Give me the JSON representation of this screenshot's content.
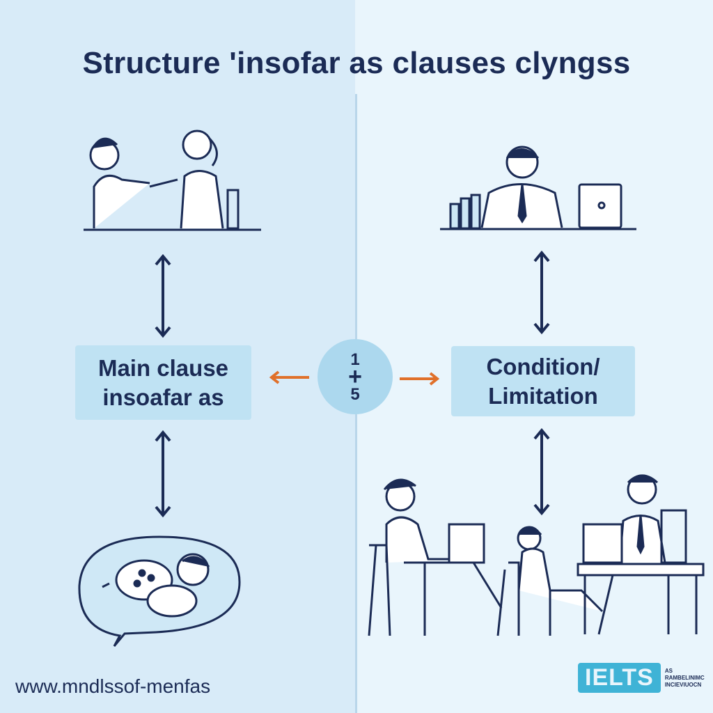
{
  "title": "Structure 'insofar as clauses clyngss",
  "left_box": {
    "line1": "Main clause",
    "line2": "insoafar as"
  },
  "right_box": {
    "line1": "Condition/",
    "line2": "Limitation"
  },
  "center_circle": {
    "top": "1",
    "middle": "+",
    "bottom": "5"
  },
  "footer_url": "www.mndlssof-menfas",
  "logo": {
    "text": "IELTS",
    "tagline": "AS RAMBELINIMC INCIEVIUOCN"
  },
  "colors": {
    "navy": "#1b2b55",
    "arrow_orange": "#e0702a",
    "box_blue": "#bfe2f3",
    "logo_blue": "#3fb3d6"
  },
  "icons": [
    "two-people-handshake",
    "businessman-at-desk",
    "sleeping-person-speech-bubble",
    "people-at-laptops",
    "double-arrow",
    "orange-arrow-left",
    "orange-arrow-right"
  ]
}
